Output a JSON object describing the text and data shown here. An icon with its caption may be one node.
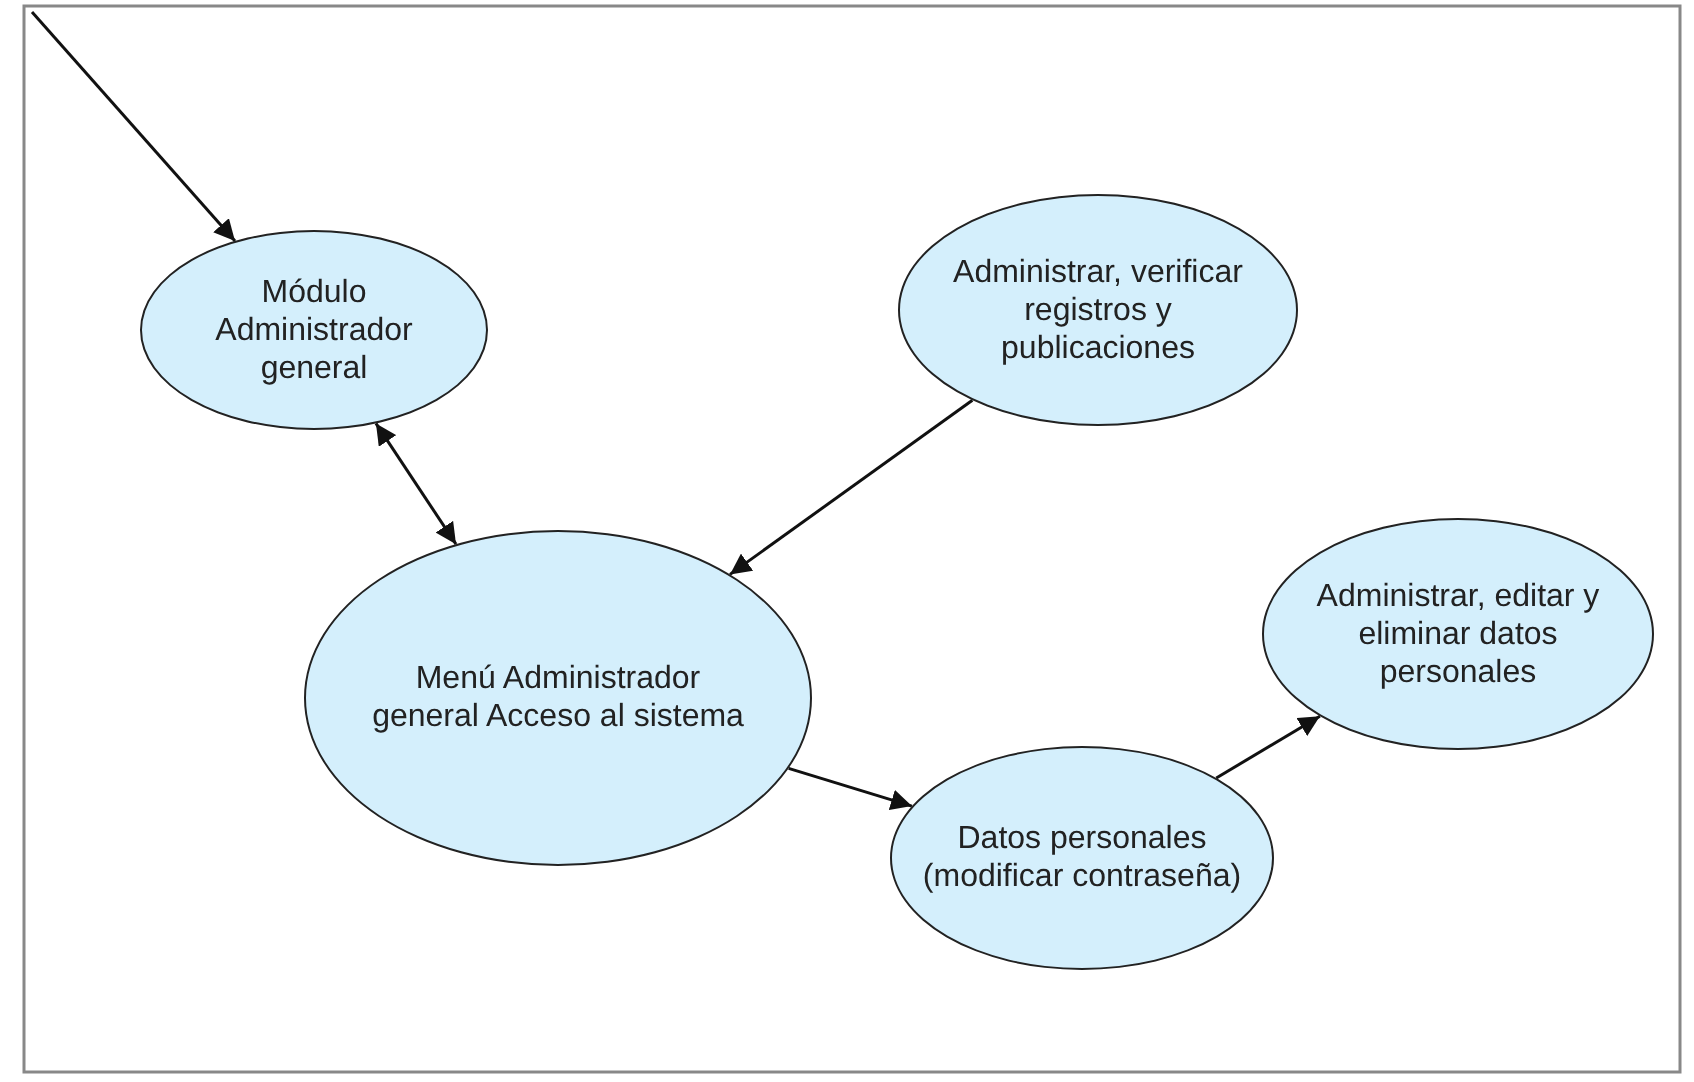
{
  "diagram": {
    "nodes": [
      {
        "text": [
          "Módulo Administrador general"
        ]
      },
      {
        "text": [
          "Administrar, verificar registros y publicaciones"
        ]
      },
      {
        "text": [
          "Menú Administrador general Acceso al sistema"
        ]
      },
      {
        "text": [
          "Administrar, editar y eliminar datos personales"
        ]
      },
      {
        "text": [
          "Datos personales (modificar contraseña)"
        ]
      }
    ],
    "edges": [
      {
        "from": null,
        "to": 0,
        "arrow": "to"
      },
      {
        "from": 0,
        "to": 2,
        "arrow": "both"
      },
      {
        "from": 1,
        "to": 2,
        "arrow": "to"
      },
      {
        "from": 2,
        "to": 4,
        "arrow": "to"
      },
      {
        "from": 4,
        "to": 3,
        "arrow": "to"
      }
    ]
  }
}
